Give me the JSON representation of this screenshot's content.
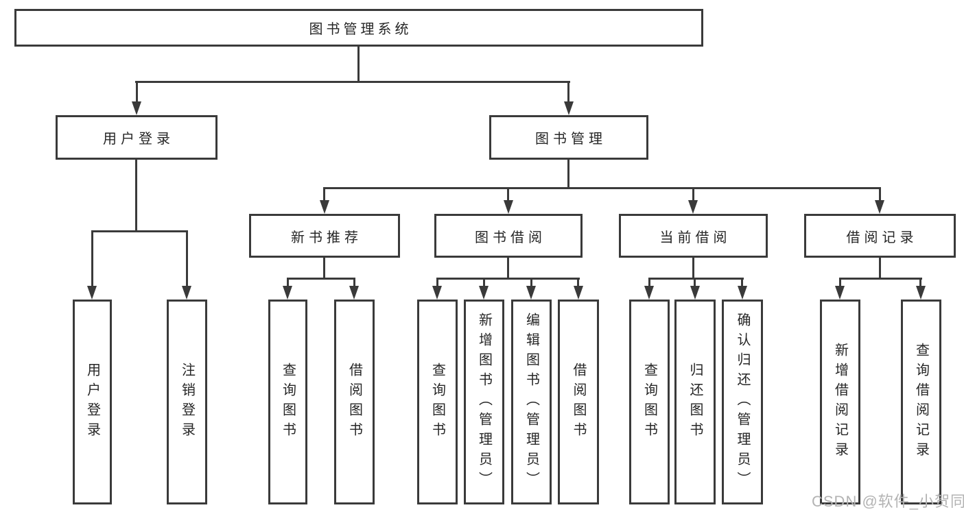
{
  "watermark": {
    "text": "CSDN @软件_小贺同学",
    "color": "#b3b3b3"
  },
  "diagram": {
    "line_color": "#3a3a3a",
    "root": {
      "label": "图书管理系统"
    },
    "branches": [
      {
        "label": "用户登录",
        "children": [
          {
            "label": "用户登录"
          },
          {
            "label": "注销登录"
          }
        ]
      },
      {
        "label": "图书管理",
        "children": [
          {
            "label": "新书推荐",
            "children": [
              {
                "label": "查询图书"
              },
              {
                "label": "借阅图书"
              }
            ]
          },
          {
            "label": "图书借阅",
            "children": [
              {
                "label": "查询图书"
              },
              {
                "label": "新增图书（管理员）"
              },
              {
                "label": "编辑图书（管理员）"
              },
              {
                "label": "借阅图书"
              }
            ]
          },
          {
            "label": "当前借阅",
            "children": [
              {
                "label": "查询图书"
              },
              {
                "label": "归还图书"
              },
              {
                "label": "确认归还（管理员）"
              }
            ]
          },
          {
            "label": "借阅记录",
            "children": [
              {
                "label": "新增借阅记录"
              },
              {
                "label": "查询借阅记录"
              }
            ]
          }
        ]
      }
    ]
  }
}
